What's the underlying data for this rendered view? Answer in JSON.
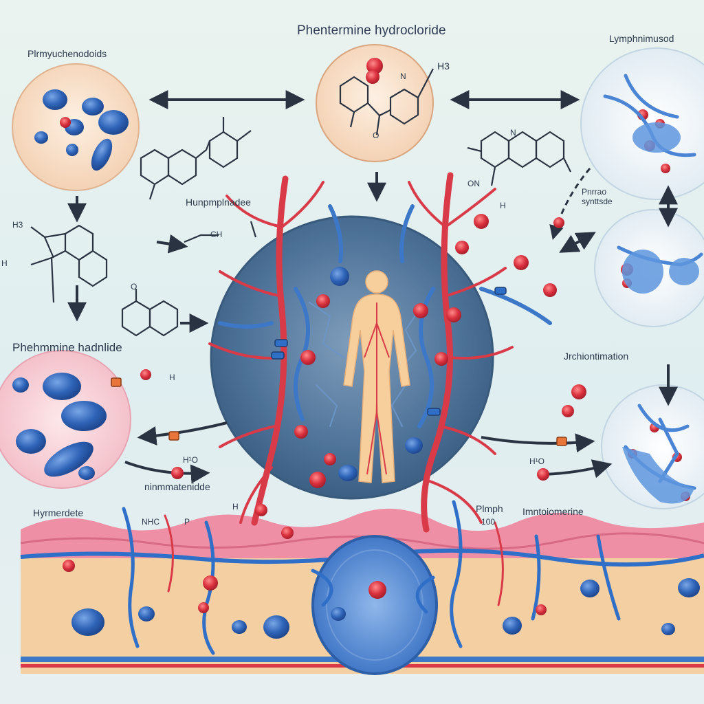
{
  "title": "Phentermine hydrocloride",
  "labels": {
    "top_left": "Plrmyuchenodoids",
    "top_right": "Lymphnimusod",
    "center_left": "Hunpmplnadee",
    "left_mid": "Phehmmine hadnlide",
    "right_mid": "Jrchiontimation",
    "right_upper_small": "Pnrrao synttsde",
    "bottom_center_left": "ninmmatenidde",
    "bottom_left": "Hyrmerdete",
    "bottom_small_a": "NHC",
    "bottom_small_b": "P",
    "bottom_center_right": "Plmph",
    "bottom_center_right_sub": "100",
    "bottom_right": "Imntoiomerine"
  },
  "chem": {
    "h3_top": "H3",
    "n_top": "N",
    "o_top": "O",
    "ch_mid": "CH",
    "h3c_left": "H3",
    "h_left": "H",
    "o_mid": "O",
    "n_right": "N",
    "on_right": "ON",
    "h_right": "H",
    "h_center": "H",
    "h2o_left": "H¹O",
    "h2o_right": "H¹O",
    "h_small": "H"
  },
  "colors": {
    "background": "#e4f0ee",
    "vessel_red": "#d93a48",
    "vessel_blue": "#3d78c8",
    "cell_blue": "#2f64b8",
    "circle_dark": "#4a6f96",
    "skin_pink": "#ee8fa6",
    "tissue_tan": "#f4cfa2",
    "bubble_peach": "#f8e2cd",
    "text": "#2b3a4c"
  },
  "icons": [
    "arrow-right-icon",
    "arrow-left-icon",
    "arrow-down-icon",
    "human-figure-icon",
    "molecule-icon",
    "cell-icon"
  ]
}
